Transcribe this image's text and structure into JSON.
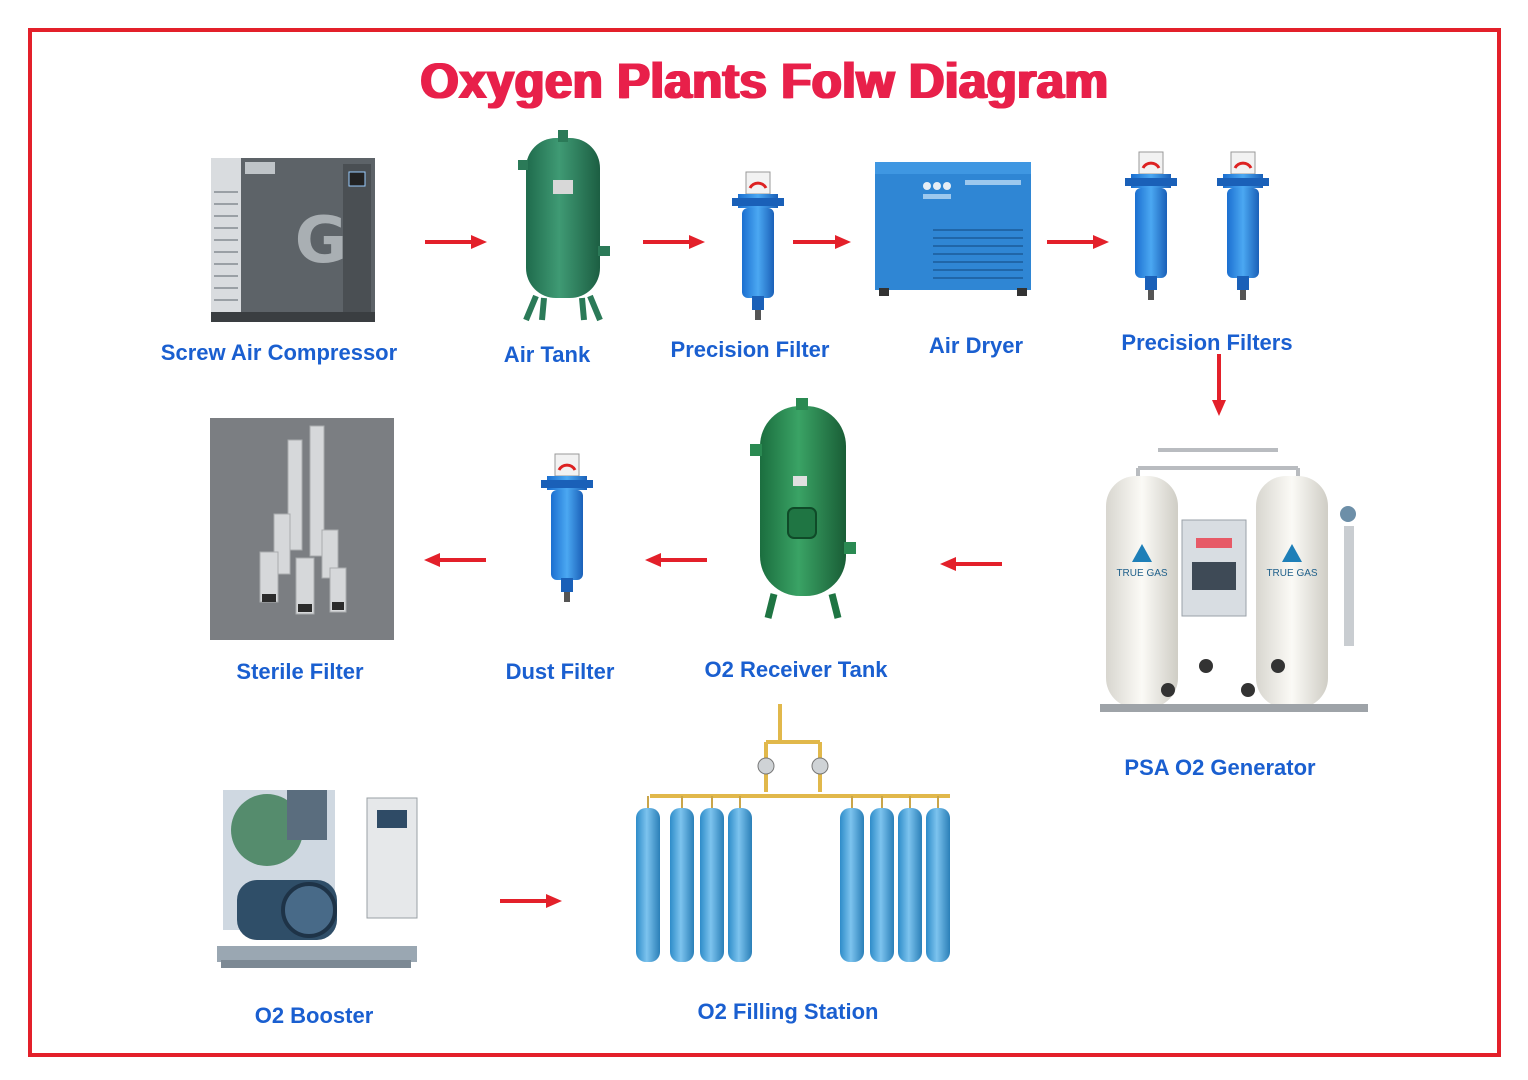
{
  "title": "Oxygen Plants Folw Diagram",
  "colors": {
    "frame": "#e3202a",
    "title": "#e8204a",
    "label": "#1a5fd0",
    "arrow": "#e3202a",
    "filter_blue": "#2f8fe8",
    "tank_green": "#2e8a5e",
    "cylinder_blue": "#4ea6dd"
  },
  "equipment": [
    {
      "id": "screw-air-compressor",
      "label": "Screw Air Compressor",
      "badge": "G"
    },
    {
      "id": "air-tank",
      "label": "Air Tank"
    },
    {
      "id": "precision-filter",
      "label": "Precision Filter"
    },
    {
      "id": "air-dryer",
      "label": "Air Dryer"
    },
    {
      "id": "precision-filters",
      "label": "Precision Filters"
    },
    {
      "id": "psa-o2-generator",
      "label": "PSA O2 Generator",
      "brand": "TRUE GAS"
    },
    {
      "id": "o2-receiver-tank",
      "label": "O2 Receiver Tank"
    },
    {
      "id": "dust-filter",
      "label": "Dust Filter"
    },
    {
      "id": "sterile-filter",
      "label": "Sterile Filter"
    },
    {
      "id": "o2-booster",
      "label": "O2 Booster"
    },
    {
      "id": "o2-filling-station",
      "label": "O2 Filling Station"
    }
  ],
  "flow": [
    {
      "from": "Screw Air Compressor",
      "to": "Air Tank"
    },
    {
      "from": "Air Tank",
      "to": "Precision Filter"
    },
    {
      "from": "Precision Filter",
      "to": "Air Dryer"
    },
    {
      "from": "Air Dryer",
      "to": "Precision Filters"
    },
    {
      "from": "Precision Filters",
      "to": "PSA O2 Generator"
    },
    {
      "from": "PSA O2 Generator",
      "to": "O2 Receiver Tank"
    },
    {
      "from": "O2 Receiver Tank",
      "to": "Dust Filter"
    },
    {
      "from": "Dust Filter",
      "to": "Sterile Filter"
    },
    {
      "from": "O2 Booster",
      "to": "O2 Filling Station"
    }
  ]
}
